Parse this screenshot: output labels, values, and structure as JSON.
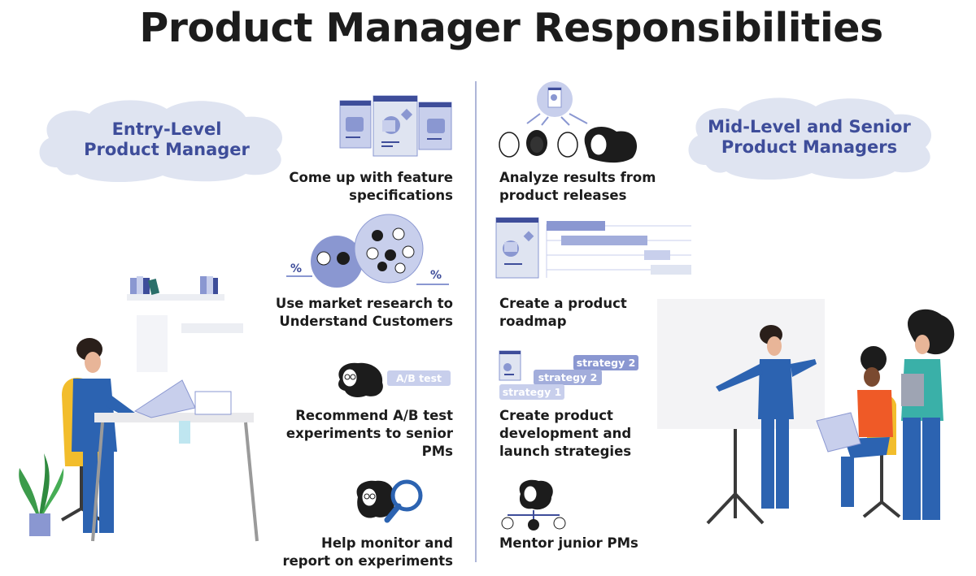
{
  "title": "Product Manager Responsibilities",
  "left_label": {
    "line1": "Entry-Level",
    "line2": "Product Manager"
  },
  "right_label": {
    "line1": "Mid-Level and Senior",
    "line2": "Product Managers"
  },
  "entry_tasks": [
    {
      "line1": "Come up with feature",
      "line2": "specifications"
    },
    {
      "line1": "Use market research to",
      "line2": "Understand Customers"
    },
    {
      "line1": "Recommend A/B test",
      "line2": "experiments to senior",
      "line3": "PMs"
    },
    {
      "line1": "Help monitor and",
      "line2": "report on experiments"
    }
  ],
  "senior_tasks": [
    {
      "line1": "Analyze results from",
      "line2": "product releases"
    },
    {
      "line1": "Create a product",
      "line2": "roadmap"
    },
    {
      "line1": "Create product",
      "line2": "development and",
      "line3": "launch strategies"
    },
    {
      "line1": "Mentor junior PMs"
    }
  ],
  "icon_labels": {
    "ab_test": "A/B test",
    "percent": "%",
    "strategy_2": "strategy 2",
    "strategy_1": "strategy 1"
  },
  "colors": {
    "cloud": "#dfe4f1",
    "accent": "#3e4d9a",
    "icon_fill": "#8a97d1",
    "icon_light": "#c8cfec",
    "chip": "#8a97d1",
    "chair": "#f2bd2c",
    "suit": "#2c63b1"
  }
}
